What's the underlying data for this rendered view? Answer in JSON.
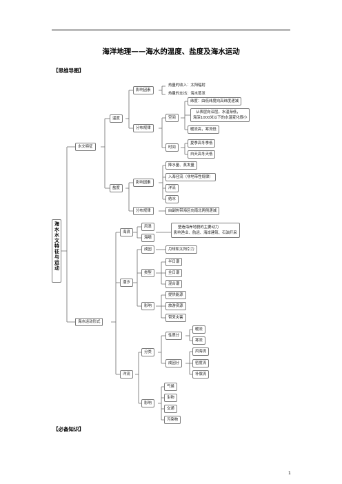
{
  "header": {
    "title": "海洋地理——海水的温度、盐度及海水运动"
  },
  "sections": {
    "mind_map": "【思维导图】",
    "knowledge": "【必备知识】"
  },
  "page_number": "1",
  "mindmap": {
    "root": "海水水文特征与运动",
    "n_hydro": "水文特征",
    "n_temp": "温度",
    "n_temp_factor": "影响因素",
    "n_heat_gain": "热量的收入：太阳辐射",
    "n_heat_loss": "热量的支出：海水蒸发",
    "n_temp_dist": "分布规律",
    "n_space": "空间",
    "n_latitude": "纬度：由低纬度向高纬度递减",
    "n_depth_1": "从表层向深层，水温渐低，",
    "n_depth_2": "海深1000米以下的水温变化很小",
    "n_currents_temp": "暖流高，寒流低",
    "n_time": "时间",
    "n_summer": "夏季高冬季低",
    "n_day": "白天高冬天低",
    "n_salinity": "盐度",
    "n_sal_factor": "影响因素",
    "n_evap": "降水量、蒸发量",
    "n_runoff": "入海径流（非地带性规律）",
    "n_ocean_current": "洋流",
    "n_ice": "结冰",
    "n_sal_dist": "分布规律",
    "n_sal_rule": "由副热带海区向南北两侧递减",
    "n_motion": "海水运动形式",
    "n_waves": "海浪",
    "n_wind_wave": "风浪",
    "n_tsunami": "海啸",
    "n_wave_effect_1": "塑造海岸地貌的主要动力",
    "n_wave_effect_2": "影响渔业、航运、海岸建筑、石油开采",
    "n_tide": "潮汐",
    "n_cause": "成因",
    "n_cause_text": "月球和太阳引力",
    "n_type": "类型",
    "n_semidiurnal": "半日潮",
    "n_diurnal": "全日潮",
    "n_mixed": "混合潮",
    "n_tide_impact": "影响",
    "n_energy": "提供能源",
    "n_tourism": "旅游资源",
    "n_disaster": "带来灾害",
    "n_current": "洋流",
    "n_class": "分类",
    "n_nature": "性质分",
    "n_warm": "暖流",
    "n_cold": "寒流",
    "n_origin": "成因分",
    "n_wind_drift": "风海流",
    "n_density": "密度流",
    "n_compensation": "补偿流",
    "n_cur_impact": "影响",
    "n_climate": "气候",
    "n_biology": "生物",
    "n_transport": "交通",
    "n_pollution": "污染物"
  }
}
